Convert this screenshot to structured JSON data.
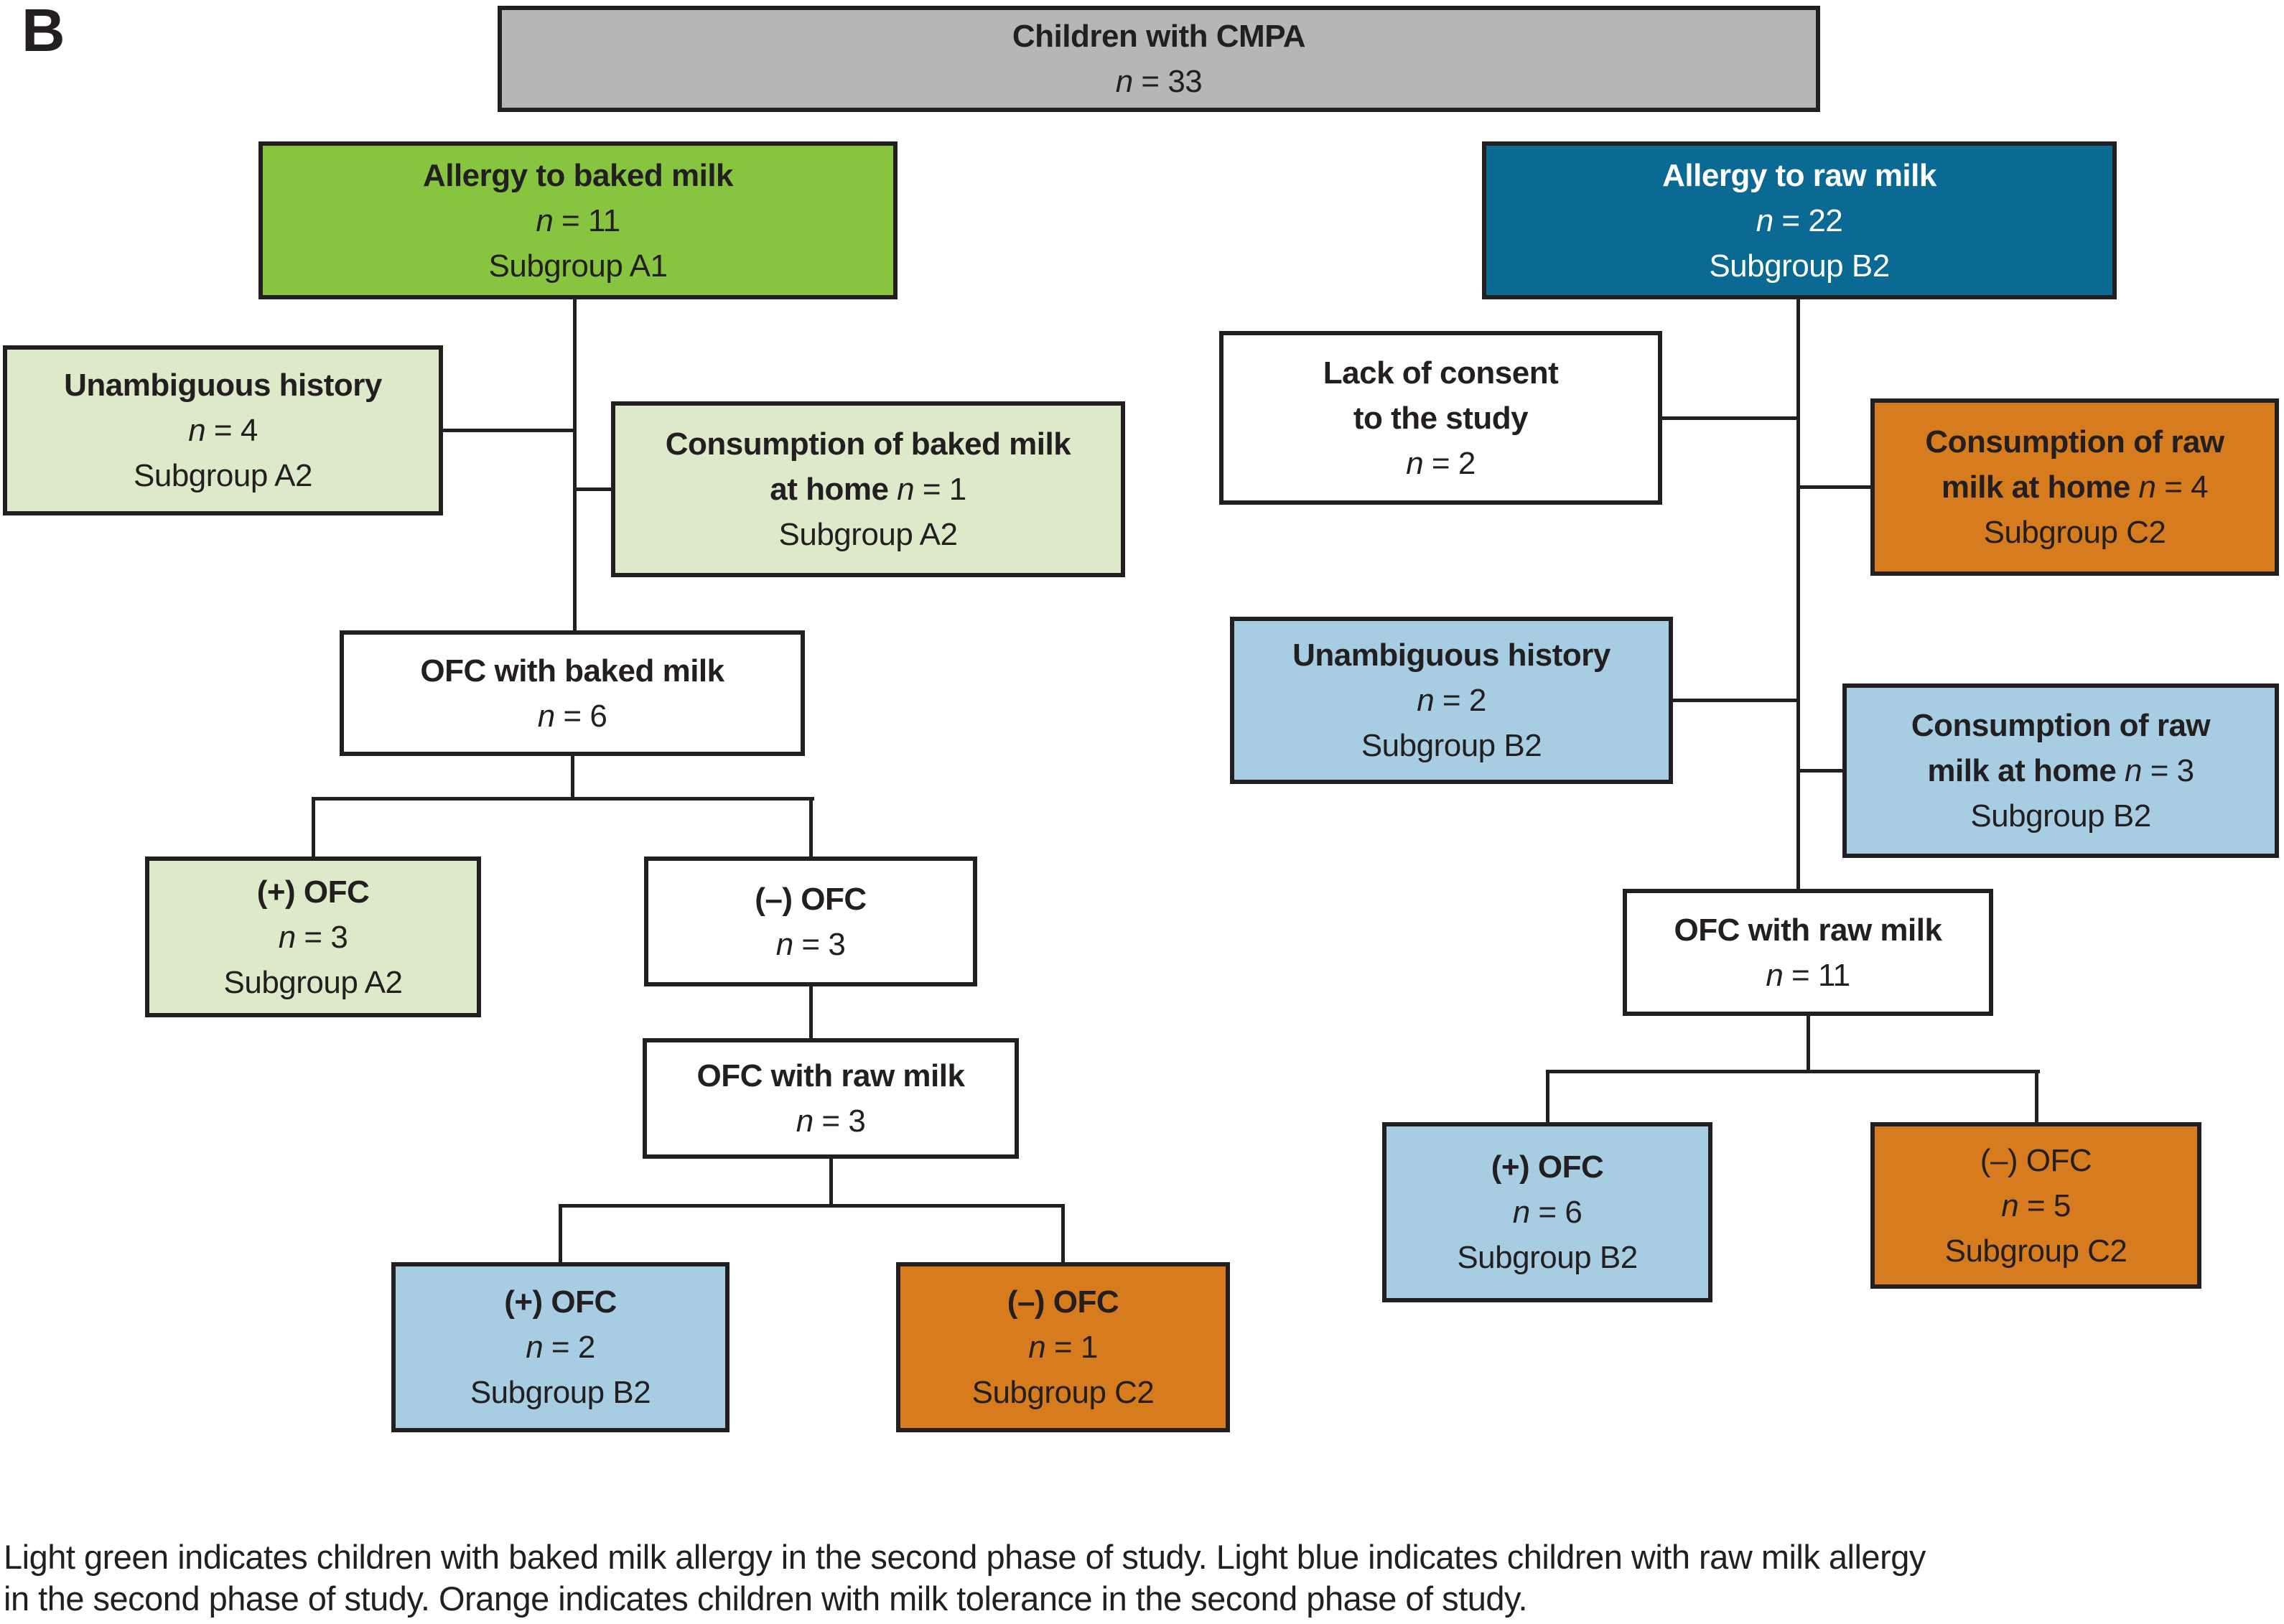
{
  "panel_label": "B",
  "colors": {
    "gray": "#B4B6B8",
    "green": "#87C440",
    "teal": "#0B6A93",
    "light_green": "#DCEAC9",
    "light_blue": "#A7CDE2",
    "orange": "#D67B1E",
    "white": "#FFFFFF",
    "line": "#231F20",
    "text_dark": "#231F20",
    "text_light": "#FFFFFF"
  },
  "boxes": [
    {
      "id": "children-cmpa",
      "fill": "gray",
      "text": "dark",
      "lines": [
        [
          {
            "t": "Children with CMPA",
            "b": true
          }
        ],
        [
          {
            "t": "n",
            "i": true
          },
          {
            "t": " = 33"
          }
        ]
      ]
    },
    {
      "id": "allergy-baked-milk",
      "fill": "green",
      "text": "dark",
      "lines": [
        [
          {
            "t": "Allergy to baked milk",
            "b": true
          }
        ],
        [
          {
            "t": "n",
            "i": true
          },
          {
            "t": " = 11"
          }
        ],
        [
          {
            "t": "Subgroup A1"
          }
        ]
      ]
    },
    {
      "id": "allergy-raw-milk",
      "fill": "teal",
      "text": "light",
      "lines": [
        [
          {
            "t": "Allergy to raw milk",
            "b": true
          }
        ],
        [
          {
            "t": "n",
            "i": true
          },
          {
            "t": " = 22"
          }
        ],
        [
          {
            "t": "Subgroup B2"
          }
        ]
      ]
    },
    {
      "id": "unambiguous-history-a2",
      "fill": "light_green",
      "text": "dark",
      "lines": [
        [
          {
            "t": "Unambiguous history",
            "b": true
          }
        ],
        [
          {
            "t": "n",
            "i": true
          },
          {
            "t": " = 4"
          }
        ],
        [
          {
            "t": "Subgroup A2"
          }
        ]
      ]
    },
    {
      "id": "consumption-baked-milk-a2",
      "fill": "light_green",
      "text": "dark",
      "lines": [
        [
          {
            "t": "Consumption of baked milk",
            "b": true
          }
        ],
        [
          {
            "t": "at home ",
            "b": true
          },
          {
            "t": "n",
            "i": true
          },
          {
            "t": " = 1"
          }
        ],
        [
          {
            "t": "Subgroup A2"
          }
        ]
      ]
    },
    {
      "id": "ofc-baked-milk",
      "fill": "white",
      "text": "dark",
      "lines": [
        [
          {
            "t": "OFC with baked milk",
            "b": true
          }
        ],
        [
          {
            "t": "n",
            "i": true
          },
          {
            "t": " = 6"
          }
        ]
      ]
    },
    {
      "id": "plus-ofc-a2",
      "fill": "light_green",
      "text": "dark",
      "lines": [
        [
          {
            "t": "(+) OFC",
            "b": true
          }
        ],
        [
          {
            "t": "n",
            "i": true
          },
          {
            "t": " = 3"
          }
        ],
        [
          {
            "t": "Subgroup A2"
          }
        ]
      ]
    },
    {
      "id": "minus-ofc-mid",
      "fill": "white",
      "text": "dark",
      "lines": [
        [
          {
            "t": "(–) OFC",
            "b": true
          }
        ],
        [
          {
            "t": "n",
            "i": true
          },
          {
            "t": " = 3"
          }
        ]
      ]
    },
    {
      "id": "ofc-raw-milk-3",
      "fill": "white",
      "text": "dark",
      "lines": [
        [
          {
            "t": "OFC with raw milk",
            "b": true
          }
        ],
        [
          {
            "t": "n",
            "i": true
          },
          {
            "t": " = 3"
          }
        ]
      ]
    },
    {
      "id": "plus-ofc-b2-left",
      "fill": "light_blue",
      "text": "dark",
      "lines": [
        [
          {
            "t": "(+) OFC",
            "b": true
          }
        ],
        [
          {
            "t": "n",
            "i": true
          },
          {
            "t": " = 2"
          }
        ],
        [
          {
            "t": "Subgroup B2"
          }
        ]
      ]
    },
    {
      "id": "minus-ofc-c2-left",
      "fill": "orange",
      "text": "dark",
      "lines": [
        [
          {
            "t": "(–) OFC",
            "b": true
          }
        ],
        [
          {
            "t": "n",
            "i": true
          },
          {
            "t": " = 1"
          }
        ],
        [
          {
            "t": "Subgroup C2"
          }
        ]
      ]
    },
    {
      "id": "lack-of-consent",
      "fill": "white",
      "text": "dark",
      "lines": [
        [
          {
            "t": "Lack of consent",
            "b": true
          }
        ],
        [
          {
            "t": "to the study",
            "b": true
          }
        ],
        [
          {
            "t": "n",
            "i": true
          },
          {
            "t": " = 2"
          }
        ]
      ]
    },
    {
      "id": "consumption-raw-milk-c2",
      "fill": "orange",
      "text": "dark",
      "lines": [
        [
          {
            "t": "Consumption of raw",
            "b": true
          }
        ],
        [
          {
            "t": "milk at home ",
            "b": true
          },
          {
            "t": "n",
            "i": true
          },
          {
            "t": " = 4"
          }
        ],
        [
          {
            "t": "Subgroup C2"
          }
        ]
      ]
    },
    {
      "id": "unambiguous-history-b2",
      "fill": "light_blue",
      "text": "dark",
      "lines": [
        [
          {
            "t": "Unambiguous history",
            "b": true
          }
        ],
        [
          {
            "t": "n",
            "i": true
          },
          {
            "t": " = 2"
          }
        ],
        [
          {
            "t": "Subgroup B2"
          }
        ]
      ]
    },
    {
      "id": "consumption-raw-milk-b2",
      "fill": "light_blue",
      "text": "dark",
      "lines": [
        [
          {
            "t": "Consumption of raw",
            "b": true
          }
        ],
        [
          {
            "t": "milk at home ",
            "b": true
          },
          {
            "t": "n",
            "i": true
          },
          {
            "t": " = 3"
          }
        ],
        [
          {
            "t": "Subgroup B2"
          }
        ]
      ]
    },
    {
      "id": "ofc-raw-milk-11",
      "fill": "white",
      "text": "dark",
      "lines": [
        [
          {
            "t": "OFC with raw milk",
            "b": true
          }
        ],
        [
          {
            "t": "n",
            "i": true
          },
          {
            "t": " = 11"
          }
        ]
      ]
    },
    {
      "id": "plus-ofc-b2-right",
      "fill": "light_blue",
      "text": "dark",
      "lines": [
        [
          {
            "t": "(+) OFC",
            "b": true
          }
        ],
        [
          {
            "t": "n",
            "i": true
          },
          {
            "t": " = 6"
          }
        ],
        [
          {
            "t": "Subgroup B2"
          }
        ]
      ]
    },
    {
      "id": "minus-ofc-c2-right",
      "fill": "orange",
      "text": "dark",
      "lines": [
        [
          {
            "t": "(–) OFC"
          }
        ],
        [
          {
            "t": "n",
            "i": true
          },
          {
            "t": " = 5"
          }
        ],
        [
          {
            "t": "Subgroup C2"
          }
        ]
      ]
    }
  ],
  "caption": {
    "line1": "Light green indicates children with baked milk allergy in the second phase of study. Light blue indicates children with raw milk allergy",
    "line2": "in the second phase of study. Orange indicates children with milk tolerance in the second phase of study."
  }
}
